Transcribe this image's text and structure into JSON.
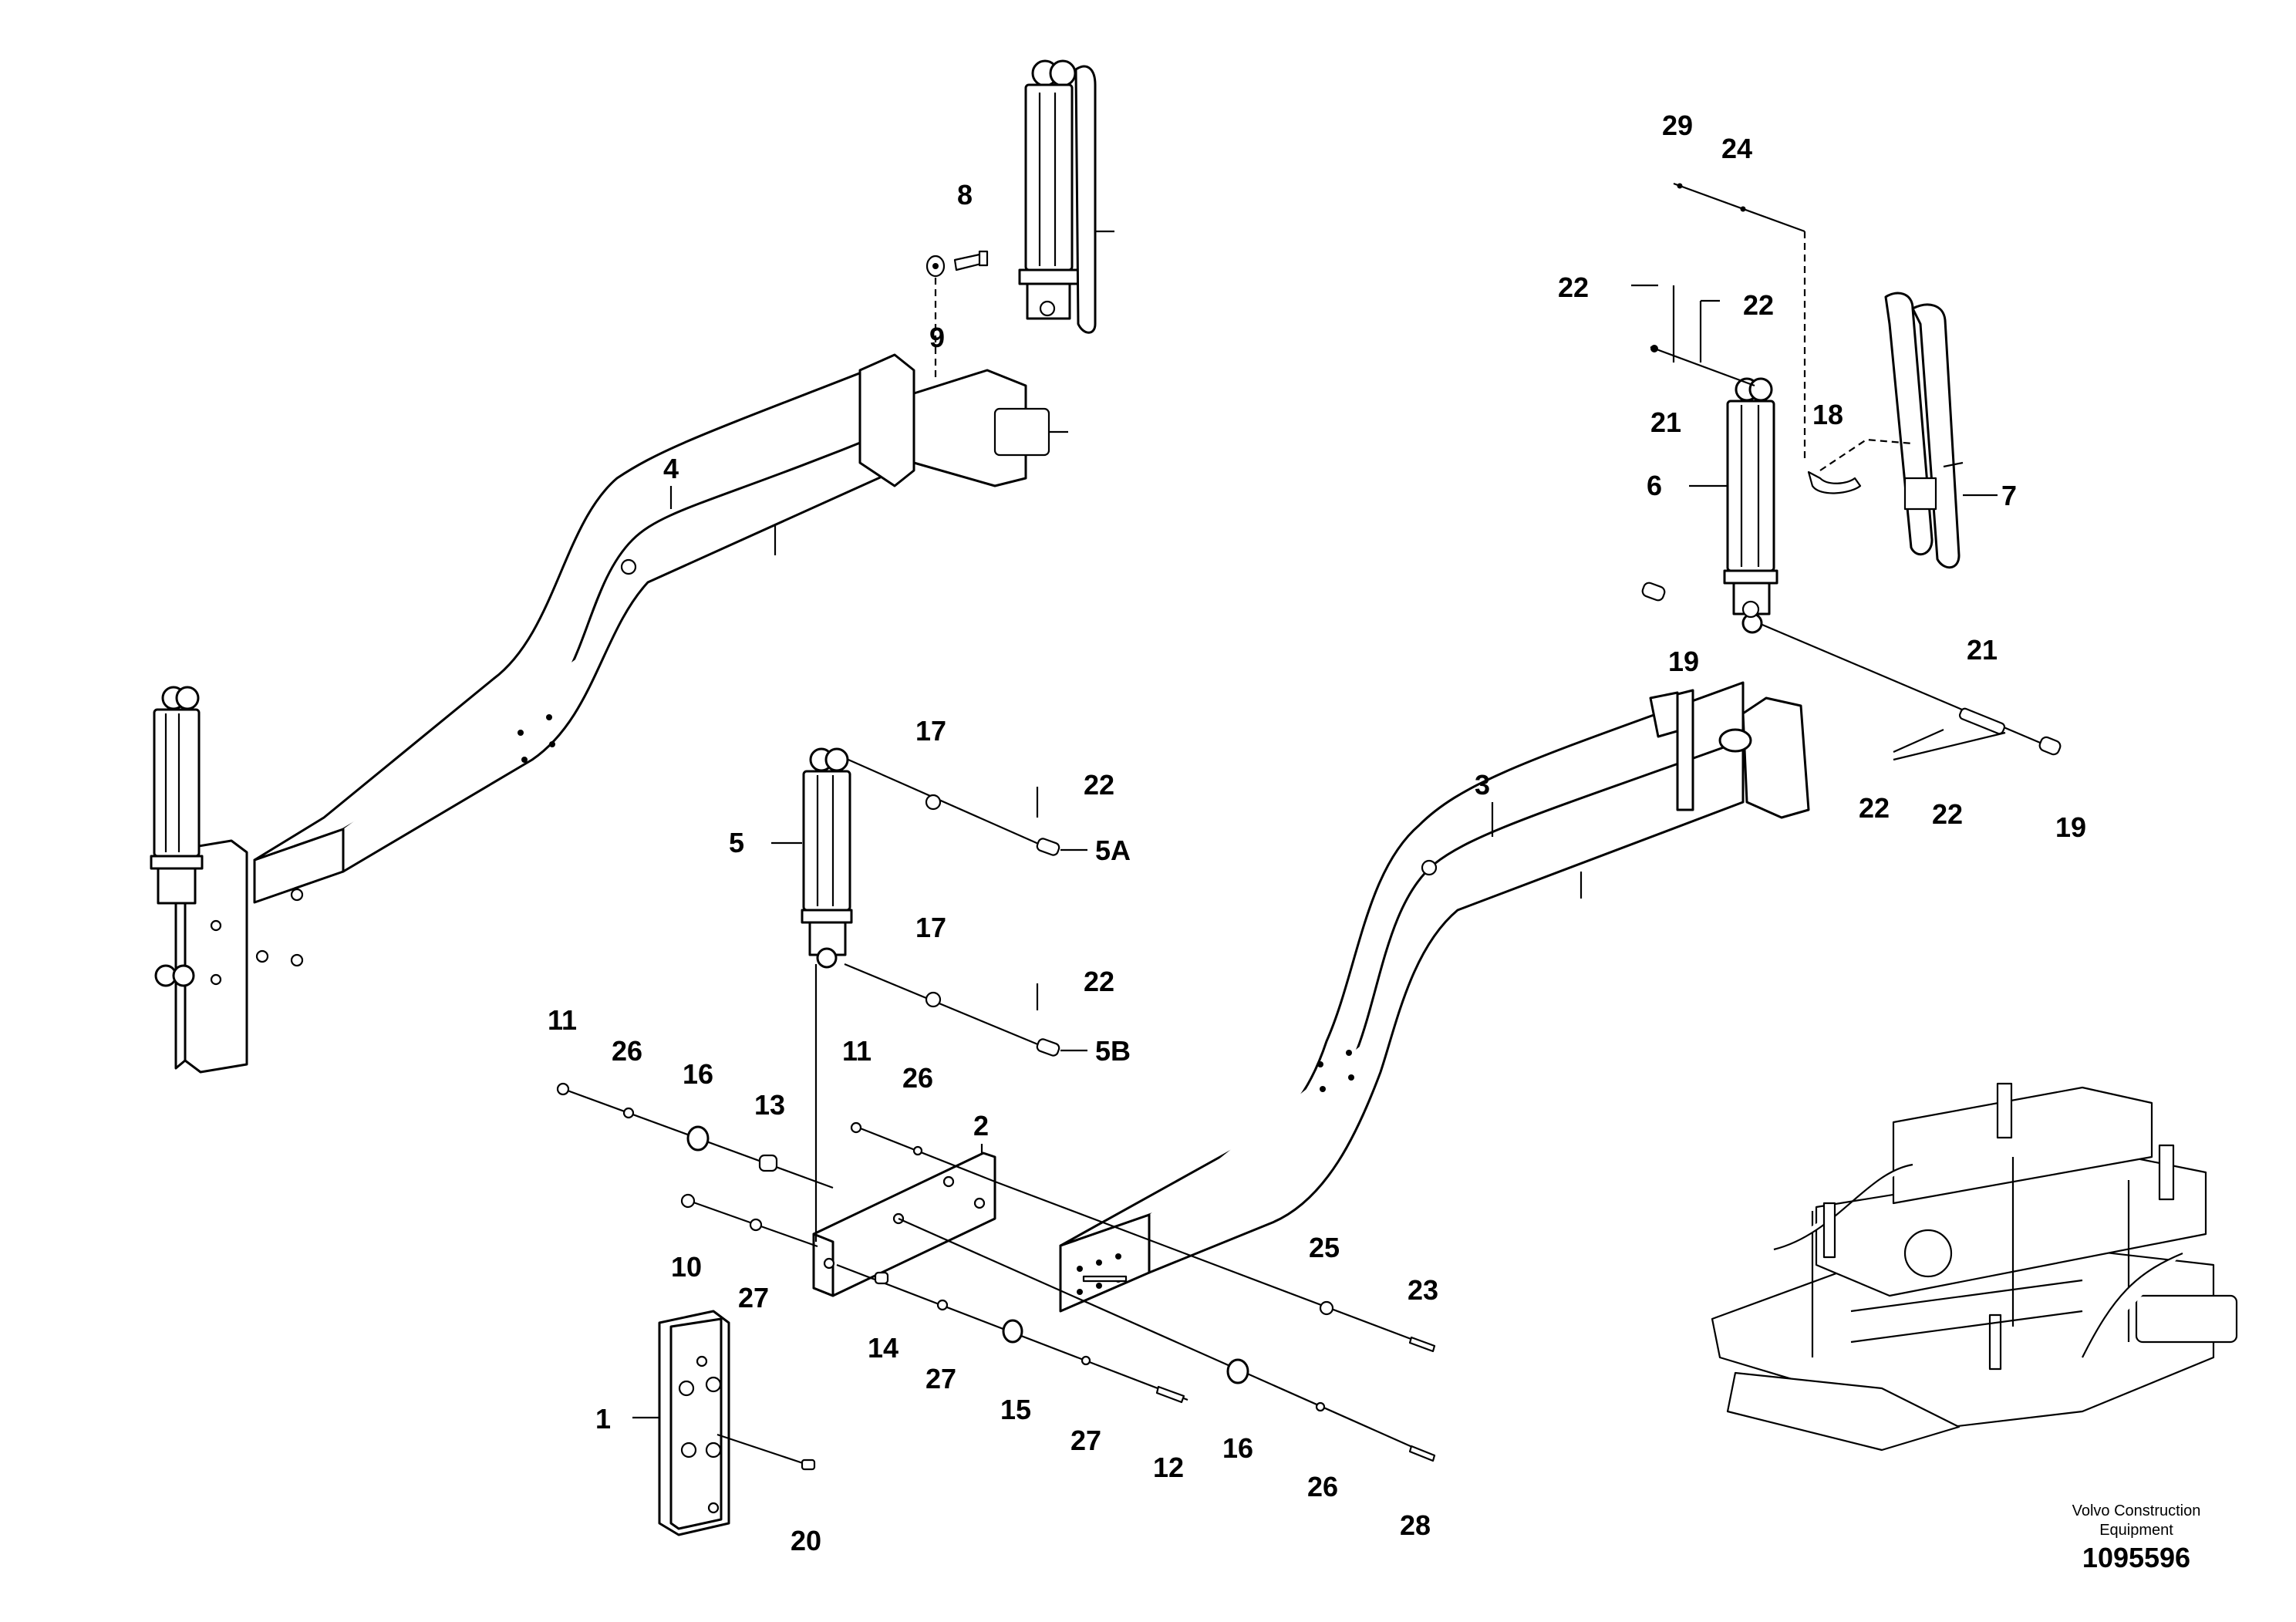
{
  "callouts": {
    "c1": "1",
    "c2": "2",
    "c3": "3",
    "c4": "4",
    "c5": "5",
    "c5A": "5A",
    "c5B": "5B",
    "c6": "6",
    "c7": "7",
    "c8": "8",
    "c9": "9",
    "c10": "10",
    "c11a": "11",
    "c11b": "11",
    "c12": "12",
    "c13": "13",
    "c14": "14",
    "c15": "15",
    "c16a": "16",
    "c16b": "16",
    "c17a": "17",
    "c17b": "17",
    "c18": "18",
    "c19a": "19",
    "c19b": "19",
    "c20": "20",
    "c21a": "21",
    "c21b": "21",
    "c22a": "22",
    "c22b": "22",
    "c22c": "22",
    "c22d": "22",
    "c22e": "22",
    "c22f": "22",
    "c23": "23",
    "c24": "24",
    "c25": "25",
    "c26a": "26",
    "c26b": "26",
    "c26c": "26",
    "c27a": "27",
    "c27b": "27",
    "c27c": "27",
    "c28": "28",
    "c29": "29"
  },
  "footer": {
    "company_line1": "Volvo Construction",
    "company_line2": "Equipment",
    "drawing_number": "1095596"
  }
}
